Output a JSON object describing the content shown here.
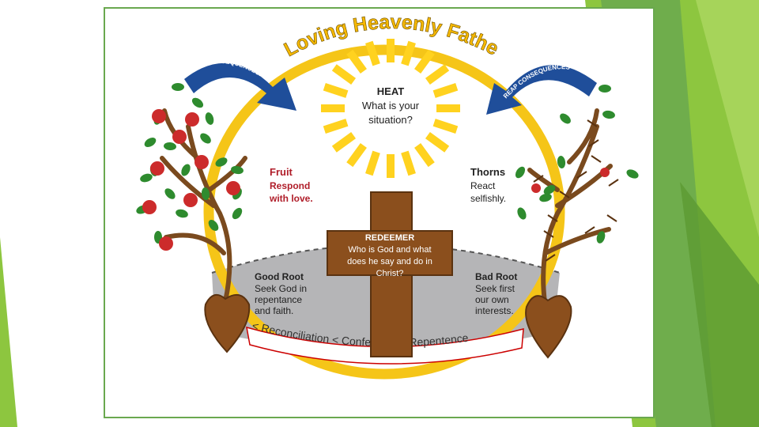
{
  "diagram": {
    "title": "Loving Heavenly Father",
    "consequences_left": "REAP CONSEQUENCES.",
    "consequences_right": "REAP CONSEQUENCES",
    "heat": {
      "title": "HEAT",
      "line1": "What is your",
      "line2": "situation?"
    },
    "fruit": {
      "title": "Fruit",
      "line1": "Respond",
      "line2": "with love."
    },
    "thorns": {
      "title": "Thorns",
      "line1": "React",
      "line2": "selfishly."
    },
    "redeemer": {
      "title": "REDEEMER",
      "line1": "Who is God and what",
      "line2": "does he say and do in",
      "line3": "Christ?"
    },
    "good_root": {
      "title": "Good Root",
      "line1": "Seek God in",
      "line2": "repentance",
      "line3": "and faith."
    },
    "bad_root": {
      "title": "Bad Root",
      "line1": "Seek first",
      "line2": "our own",
      "line3": "interests."
    },
    "cycle": "< Reconciliation < Confession < Repentence"
  },
  "colors": {
    "accent_green": "#8dc63f",
    "dark_green": "#4e8a2a",
    "ring_gold": "#f5c518",
    "sun_yellow": "#ffd21f",
    "cross_brown": "#8b4f1d",
    "arrow_blue": "#1f4e9a",
    "fruit_red": "#cc2b2b",
    "ground_gray": "#b5b5b7"
  }
}
